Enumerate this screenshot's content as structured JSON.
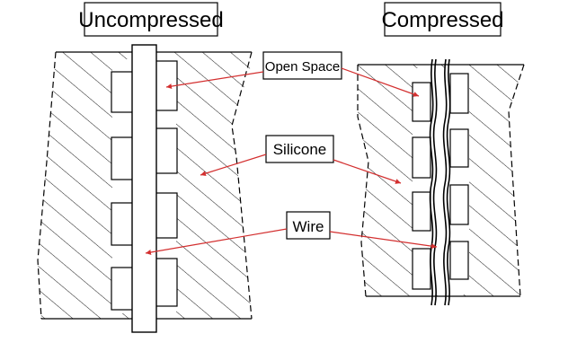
{
  "titles": {
    "left": "Uncompressed",
    "right": "Compressed"
  },
  "callouts": {
    "open_space": "Open Space",
    "silicone": "Silicone",
    "wire": "Wire"
  },
  "colors": {
    "line": "#000000",
    "arrow": "#d32f2f",
    "background": "#ffffff"
  }
}
